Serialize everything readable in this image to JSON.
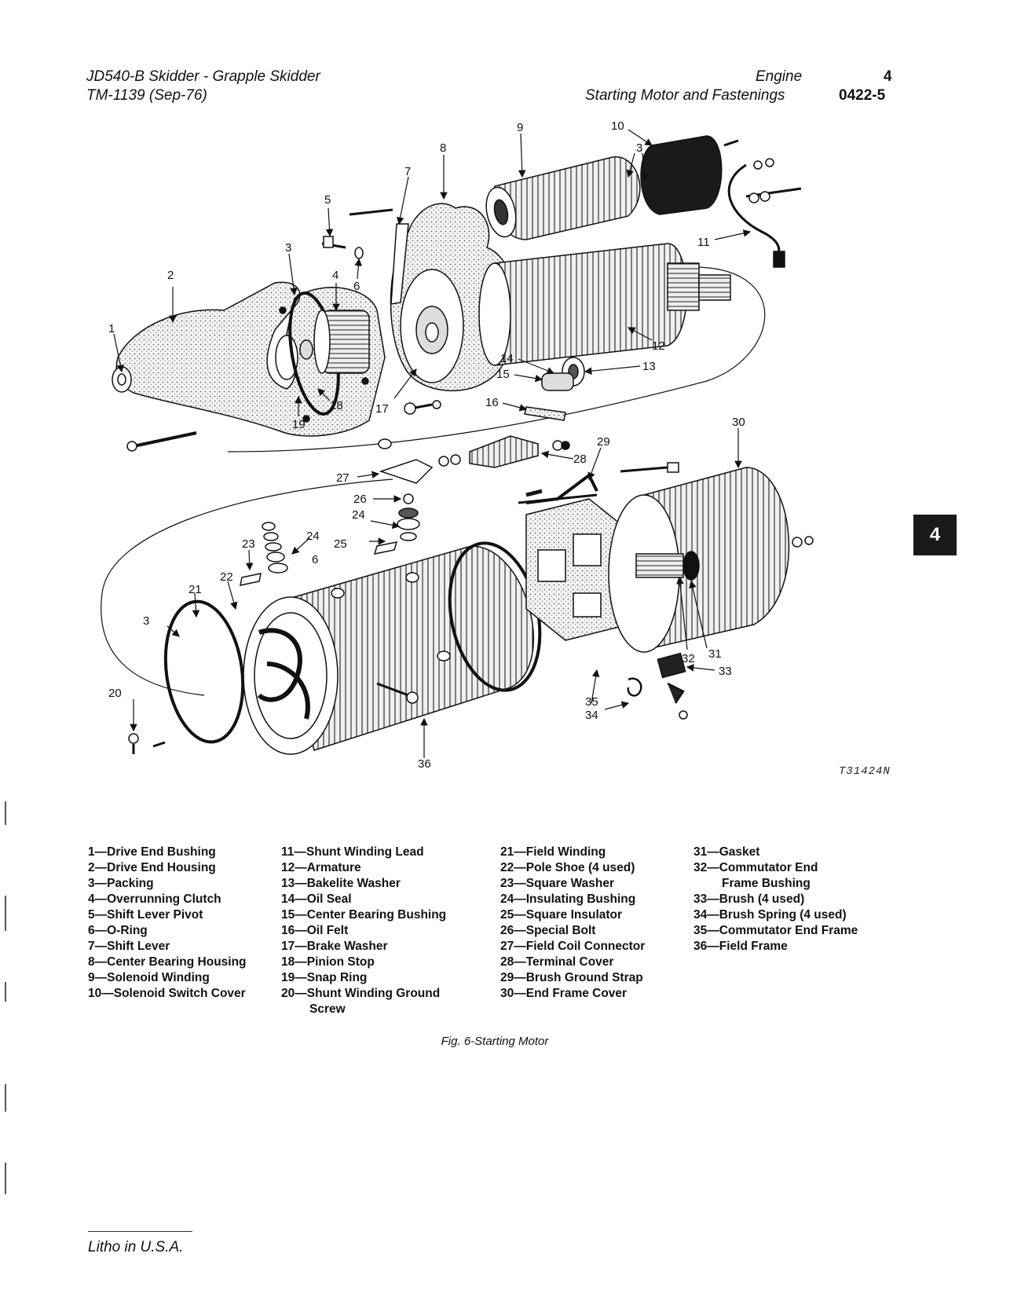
{
  "header": {
    "left_line1": "JD540-B Skidder - Grapple Skidder",
    "left_line2": "TM-1139 (Sep-76)",
    "right_section": "Engine",
    "right_title": "Starting Motor and Fastenings",
    "section_number": "4",
    "page_number": "0422-5"
  },
  "figure": {
    "code": "T31424N",
    "caption": "Fig. 6-Starting Motor",
    "callouts": {
      "c1": "1",
      "c2": "2",
      "c3a": "3",
      "c3b": "3",
      "c3c": "3",
      "c4": "4",
      "c5": "5",
      "c6a": "6",
      "c6b": "6",
      "c7": "7",
      "c8": "8",
      "c9": "9",
      "c10": "10",
      "c11": "11",
      "c12": "12",
      "c13": "13",
      "c14": "14",
      "c15": "15",
      "c16": "16",
      "c17": "17",
      "c18": "18",
      "c19": "19",
      "c20": "20",
      "c21": "21",
      "c22": "22",
      "c23": "23",
      "c24a": "24",
      "c24b": "24",
      "c25": "25",
      "c26": "26",
      "c27": "27",
      "c28": "28",
      "c29": "29",
      "c30": "30",
      "c31": "31",
      "c32": "32",
      "c33": "33",
      "c34": "34",
      "c35": "35",
      "c36": "36"
    }
  },
  "legend": {
    "col1": [
      "1—Drive End Bushing",
      "2—Drive End Housing",
      "3—Packing",
      "4—Overrunning Clutch",
      "5—Shift Lever Pivot",
      "6—O-Ring",
      "7—Shift Lever",
      "8—Center Bearing Housing",
      "9—Solenoid Winding",
      "10—Solenoid Switch Cover"
    ],
    "col2": [
      "11—Shunt Winding Lead",
      "12—Armature",
      "13—Bakelite Washer",
      "14—Oil Seal",
      "15—Center Bearing Bushing",
      "16—Oil Felt",
      "17—Brake Washer",
      "18—Pinion Stop",
      "19—Snap Ring",
      "20—Shunt Winding Ground",
      "Screw"
    ],
    "col3": [
      "21—Field Winding",
      "22—Pole Shoe (4 used)",
      "23—Square Washer",
      "24—Insulating Bushing",
      "25—Square Insulator",
      "26—Special Bolt",
      "27—Field Coil Connector",
      "28—Terminal Cover",
      "29—Brush Ground Strap",
      "30—End Frame Cover"
    ],
    "col4": [
      "31—Gasket",
      "32—Commutator End",
      "Frame Bushing",
      "33—Brush (4 used)",
      "34—Brush Spring (4 used)",
      "35—Commutator End Frame",
      "36—Field Frame"
    ]
  },
  "side_tab": "4",
  "footer": "Litho in U.S.A."
}
